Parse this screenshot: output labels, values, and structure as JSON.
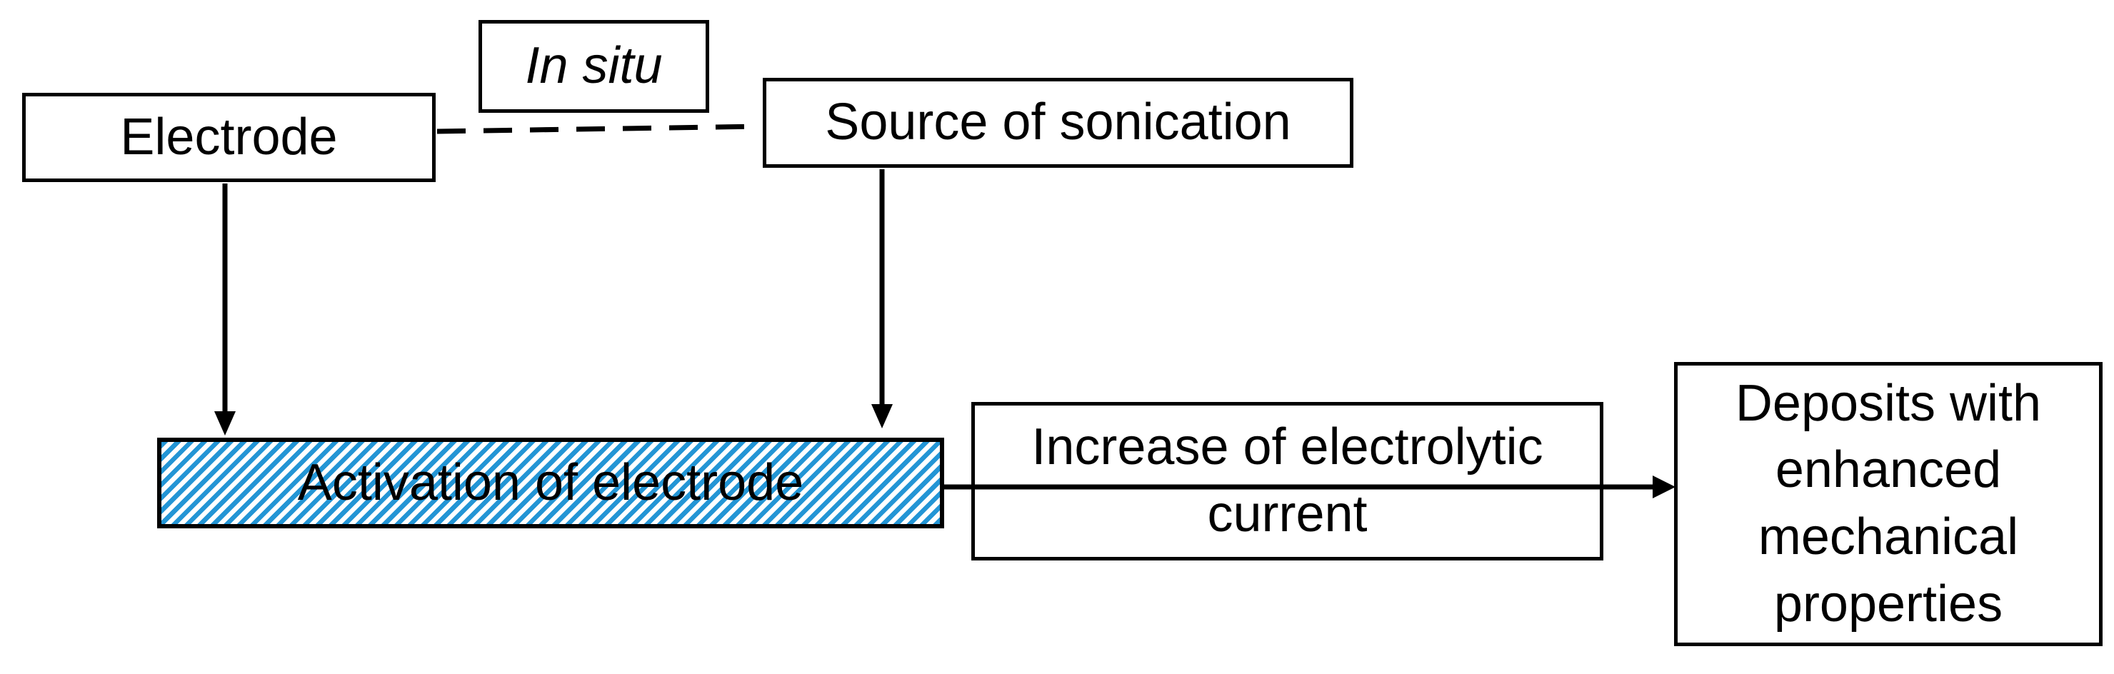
{
  "diagram": {
    "title": "Sonication-assisted electrodeposition flow diagram",
    "colors": {
      "background": "#FFFFFF",
      "line": "#000000",
      "text": "#000000",
      "hatch_blue": "#2395D5",
      "box_background": "#FFFFFF"
    },
    "nodes": {
      "electrode": {
        "label": "Electrode"
      },
      "in_situ": {
        "label": "In situ"
      },
      "source": {
        "label": "Source of sonication"
      },
      "activation": {
        "label": "Activation of electrode"
      },
      "increase": {
        "label": "Increase of electrolytic current"
      },
      "deposits": {
        "label": "Deposits with enhanced mechanical properties"
      }
    },
    "connectors": {
      "electrode_source": "dashed link labeled In situ",
      "electrode_activation": "arrow down",
      "source_activation": "arrow down",
      "activation_deposits": "arrow right through increase box"
    }
  }
}
